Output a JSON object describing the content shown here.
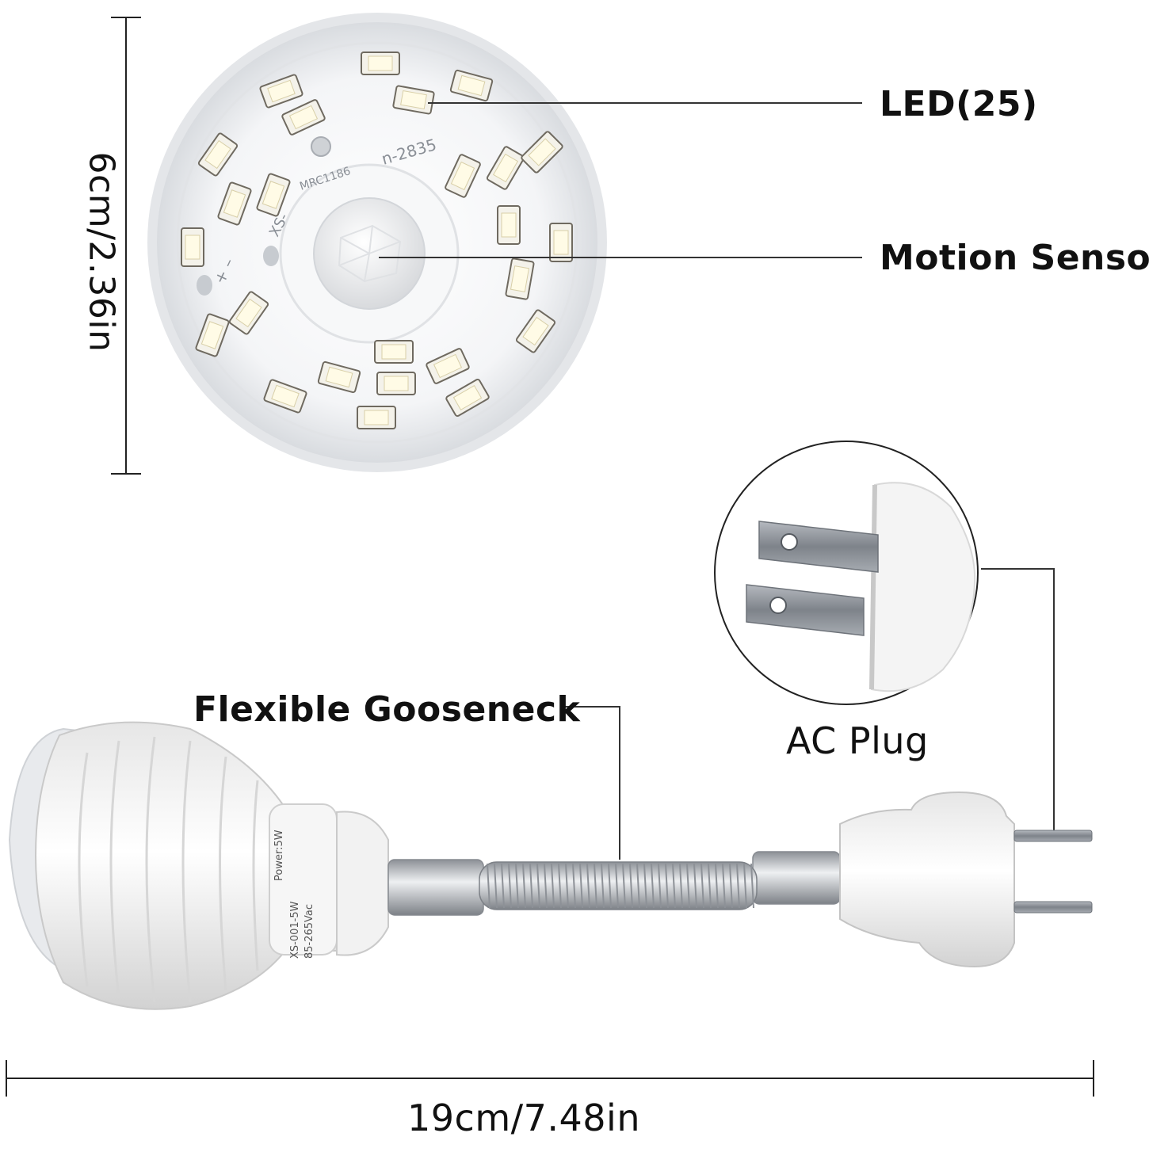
{
  "labels": {
    "led": "LED(25)",
    "motion_sensor": "Motion Sensor",
    "gooseneck": "Flexible Gooseneck",
    "ac_plug": "AC Plug",
    "height_dim": "6cm/2.36in",
    "width_dim": "19cm/7.48in"
  },
  "product_markings": {
    "pcb_code": "MRC1186",
    "pcb_model": "XS-",
    "pcb_led_type": "n-2835",
    "power": "Power:5W",
    "model": "XS-001-5W",
    "voltage": "85-265Vac"
  },
  "led_count": 25,
  "colors": {
    "text": "#111111",
    "lamp_body": "#f2f2f2",
    "metal": "#b8bcc2"
  }
}
